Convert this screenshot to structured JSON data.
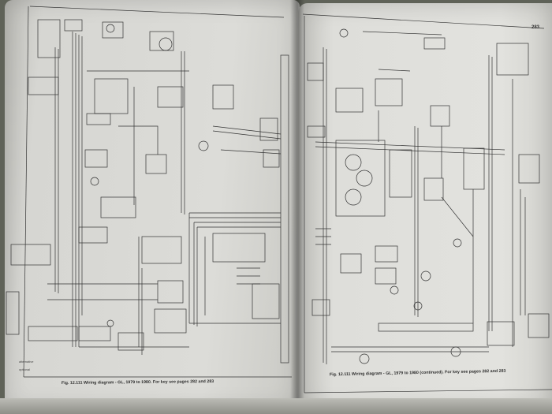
{
  "left_page": {
    "caption": "Fig. 12.111 Wiring diagram - GL, 1979 to 1980. For key see pages 282 and 283",
    "legend_1": "alternative",
    "legend_2": "optional"
  },
  "right_page": {
    "page_number": "283",
    "caption": "Fig. 12.111 Wiring diagram - GL, 1979 to 1980 (continued). For key see pages 282 and 283"
  },
  "colors": {
    "paper": "#dcdcd8",
    "ink": "#2e2e2e",
    "background": "#5f6258"
  }
}
